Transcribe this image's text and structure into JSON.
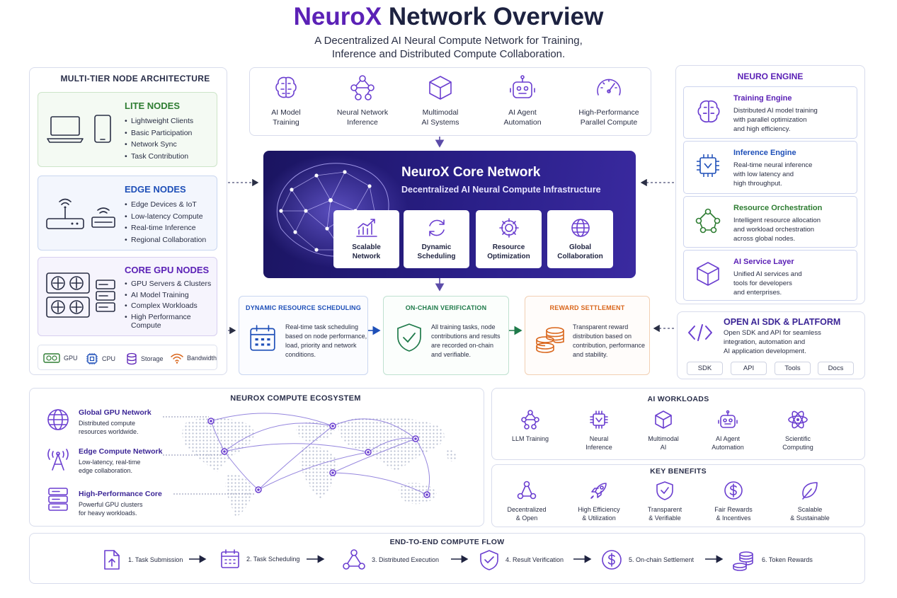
{
  "header": {
    "title_brand": "NeuroX",
    "title_rest": " Network Overview",
    "subtitle_line1": "A Decentralized AI Neural Compute Network for Training,",
    "subtitle_line2": "Inference and Distributed Compute Collaboration."
  },
  "left": {
    "title": "MULTI-TIER NODE ARCHITECTURE",
    "tiers": [
      {
        "name": "LITE NODES",
        "color": "#2e7d32",
        "items": [
          "Lightweight Clients",
          "Basic Participation",
          "Network Sync",
          "Task Contribution"
        ]
      },
      {
        "name": "EDGE NODES",
        "color": "#1e4fb8",
        "items": [
          "Edge Devices & IoT",
          "Low-latency Compute",
          "Real-time Inference",
          "Regional Collaboration"
        ]
      },
      {
        "name": "CORE GPU NODES",
        "color": "#5b21b6",
        "items": [
          "GPU Servers & Clusters",
          "AI Model Training",
          "Complex Workloads",
          "High Performance",
          "Compute"
        ]
      }
    ],
    "legend": [
      "GPU",
      "CPU",
      "Storage",
      "Bandwidth"
    ]
  },
  "capabilities": [
    [
      "AI Model",
      "Training"
    ],
    [
      "Neural Network",
      "Inference"
    ],
    [
      "Multimodal",
      "AI Systems"
    ],
    [
      "AI Agent",
      "Automation"
    ],
    [
      "High-Performance",
      "Parallel Compute"
    ]
  ],
  "core": {
    "title": "NeuroX Core Network",
    "subtitle": "Decentralized AI Neural Compute Infrastructure",
    "cards": [
      [
        "Scalable",
        "Network"
      ],
      [
        "Dynamic",
        "Scheduling"
      ],
      [
        "Resource",
        "Optimization"
      ],
      [
        "Global",
        "Collaboration"
      ]
    ]
  },
  "engine": {
    "title": "NEURO ENGINE",
    "items": [
      {
        "name": "Training Engine",
        "color": "#5b21b6",
        "desc": [
          "Distributed AI model training",
          "with parallel optimization",
          "and high efficiency."
        ]
      },
      {
        "name": "Inference Engine",
        "color": "#1e4fb8",
        "desc": [
          "Real-time neural inference",
          "with low latency and",
          "high throughput."
        ]
      },
      {
        "name": "Resource Orchestration",
        "color": "#2e7d32",
        "desc": [
          "Intelligent resource allocation",
          "and workload orchestration",
          "across global nodes."
        ]
      },
      {
        "name": "AI Service Layer",
        "color": "#5b21b6",
        "desc": [
          "Unified AI services and",
          "tools for developers",
          "and enterprises."
        ]
      }
    ]
  },
  "process": [
    {
      "title": "DYNAMIC RESOURCE SCHEDULING",
      "color": "#1e4fb8",
      "desc": [
        "Real-time task scheduling",
        "based on node performance,",
        "load, priority and network",
        "conditions."
      ]
    },
    {
      "title": "ON-CHAIN VERIFICATION",
      "color": "#1f7a4a",
      "desc": [
        "All training tasks, node",
        "contributions and results",
        "are recorded on-chain",
        "and verifiable."
      ]
    },
    {
      "title": "REWARD SETTLEMENT",
      "color": "#d9651a",
      "desc": [
        "Transparent reward",
        "distribution based on",
        "contribution, performance",
        "and stability."
      ]
    }
  ],
  "sdk": {
    "title": "OPEN AI SDK & PLATFORM",
    "desc": [
      "Open SDK and API for seamless",
      "integration, automation and",
      "AI application development."
    ],
    "buttons": [
      "SDK",
      "API",
      "Tools",
      "Docs"
    ]
  },
  "ecosystem": {
    "title": "NEUROX COMPUTE ECOSYSTEM",
    "items": [
      {
        "name": "Global GPU Network",
        "desc": [
          "Distributed compute",
          "resources worldwide."
        ]
      },
      {
        "name": "Edge Compute Network",
        "desc": [
          "Low-latency, real-time",
          "edge collaboration."
        ]
      },
      {
        "name": "High-Performance Core",
        "desc": [
          "Powerful GPU clusters",
          "for heavy workloads."
        ]
      }
    ]
  },
  "workloads": {
    "title": "AI WORKLOADS",
    "items": [
      [
        "LLM Training",
        ""
      ],
      [
        "Neural",
        "Inference"
      ],
      [
        "Multimodal",
        "AI"
      ],
      [
        "AI Agent",
        "Automation"
      ],
      [
        "Scientific",
        "Computing"
      ]
    ]
  },
  "benefits": {
    "title": "KEY BENEFITS",
    "items": [
      [
        "Decentralized",
        "& Open"
      ],
      [
        "High Efficiency",
        "& Utilization"
      ],
      [
        "Transparent",
        "& Verifiable"
      ],
      [
        "Fair Rewards",
        "& Incentives"
      ],
      [
        "Scalable",
        "& Sustainable"
      ]
    ]
  },
  "flow": {
    "title": "END-TO-END COMPUTE FLOW",
    "steps": [
      "1. Task Submission",
      "2. Task Scheduling",
      "3. Distributed Execution",
      "4. Result Verification",
      "5. On-chain Settlement",
      "6. Token Rewards"
    ]
  },
  "colors": {
    "accent": "#5b21b6",
    "core_bg": "#241a7a",
    "green": "#2e7d32",
    "blue": "#1e4fb8",
    "orange": "#d9651a"
  }
}
